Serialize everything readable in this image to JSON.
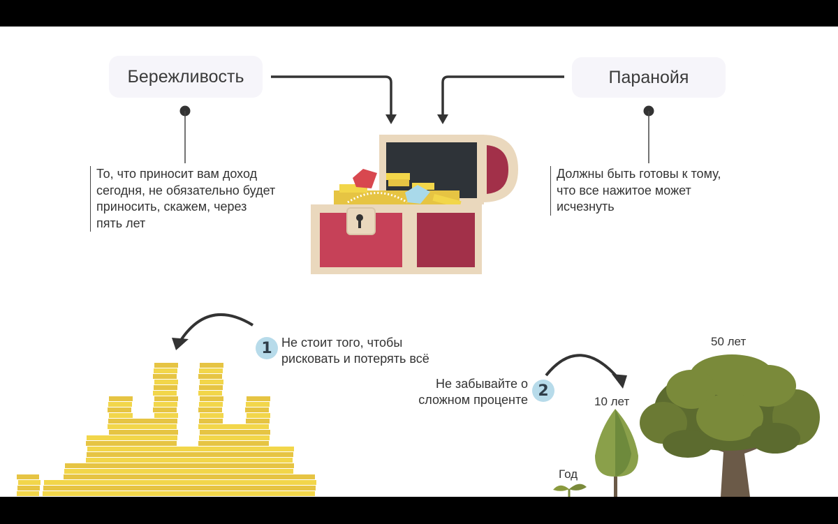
{
  "slide": {
    "left_pill": "Бережливость",
    "right_pill": "Паранойя",
    "left_desc": "То, что приносит вам доход\nсегодня, не обязательно будет\nприносить, скажем, через\nпять лет",
    "right_desc": "Должны быть готовы к тому,\nчто все нажитое может\nисчезнуть",
    "tip1": {
      "number": "1",
      "text": "Не стоит того, чтобы\nрисковать и потерять всё"
    },
    "tip2": {
      "number": "2",
      "text": "Не забывайте о\nсложном проценте"
    },
    "tree_labels": {
      "year": "Год",
      "ten": "10 лет",
      "fifty": "50 лет"
    }
  },
  "colors": {
    "chest_red": "#c64158",
    "chest_frame": "#ead8bd",
    "gold": "#f2d64a",
    "badge": "#b7dbea",
    "tree_dark": "#5c6b2f",
    "tree_light": "#7a8a3a",
    "trunk": "#6b5a48"
  },
  "icons": [
    "treasure-chest-icon",
    "gold-coin-stacks",
    "tree-icon",
    "sprout-icon",
    "arrow-icon"
  ]
}
